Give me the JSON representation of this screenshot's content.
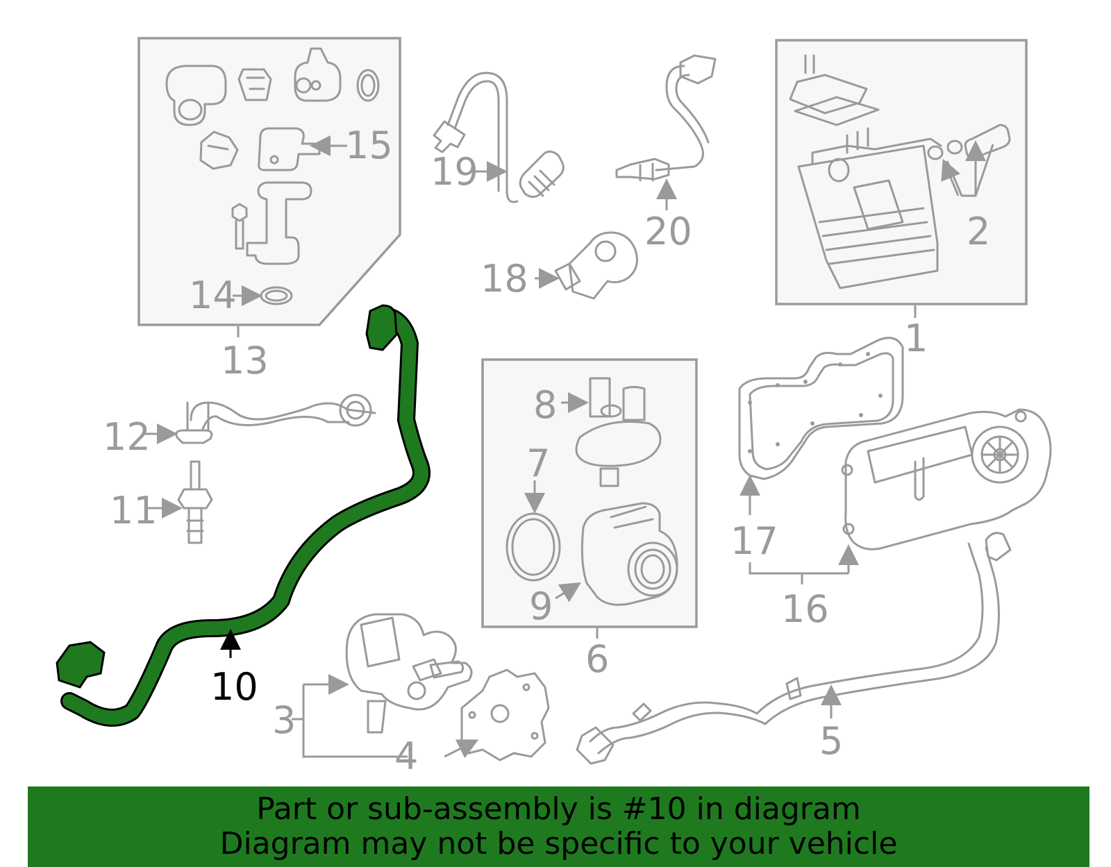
{
  "highlight_color": "#1f7a1f",
  "highlighted_part": "10",
  "callouts": {
    "c1": "1",
    "c2": "2",
    "c3": "3",
    "c4": "4",
    "c5": "5",
    "c6": "6",
    "c7": "7",
    "c8": "8",
    "c9": "9",
    "c10": "10",
    "c11": "11",
    "c12": "12",
    "c13": "13",
    "c14": "14",
    "c15": "15",
    "c16": "16",
    "c17": "17",
    "c18": "18",
    "c19": "19",
    "c20": "20"
  },
  "banner": {
    "line1": "Part or sub-assembly is #10 in diagram",
    "line2": "Diagram may not be specific to your vehicle"
  }
}
